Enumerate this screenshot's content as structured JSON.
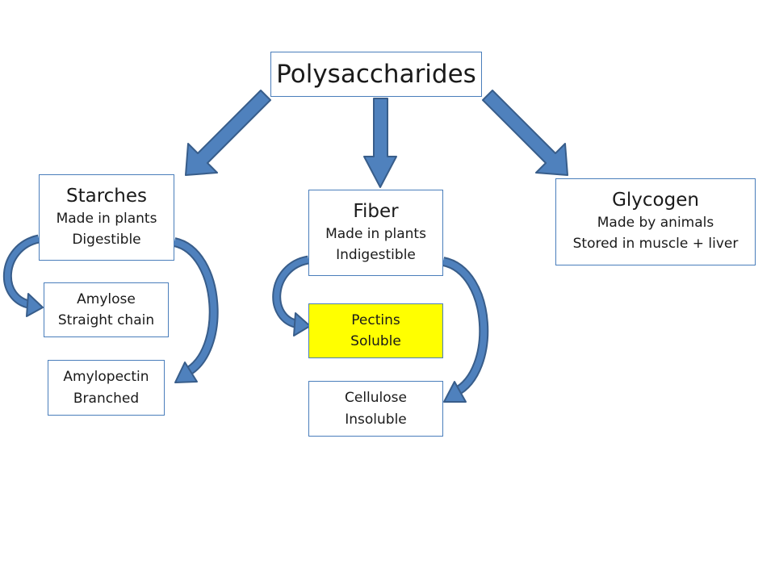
{
  "root": {
    "title": "Polysaccharides"
  },
  "starches": {
    "title": "Starches",
    "lines": [
      "Made in plants",
      "Digestible"
    ]
  },
  "fiber": {
    "title": "Fiber",
    "lines": [
      "Made in plants",
      "Indigestible"
    ]
  },
  "glycogen": {
    "title": "Glycogen",
    "lines": [
      "Made by animals",
      "Stored in muscle + liver"
    ]
  },
  "amylose": {
    "lines": [
      "Amylose",
      "Straight chain"
    ]
  },
  "amylopectin": {
    "lines": [
      "Amylopectin",
      "Branched"
    ]
  },
  "pectins": {
    "lines": [
      "Pectins",
      "Soluble"
    ]
  },
  "cellulose": {
    "lines": [
      "Cellulose",
      "Insoluble"
    ]
  },
  "colors": {
    "arrow_fill": "#4f81bd",
    "arrow_stroke": "#385d8a",
    "box_border": "#4a7ebb",
    "highlight": "#ffff00"
  }
}
